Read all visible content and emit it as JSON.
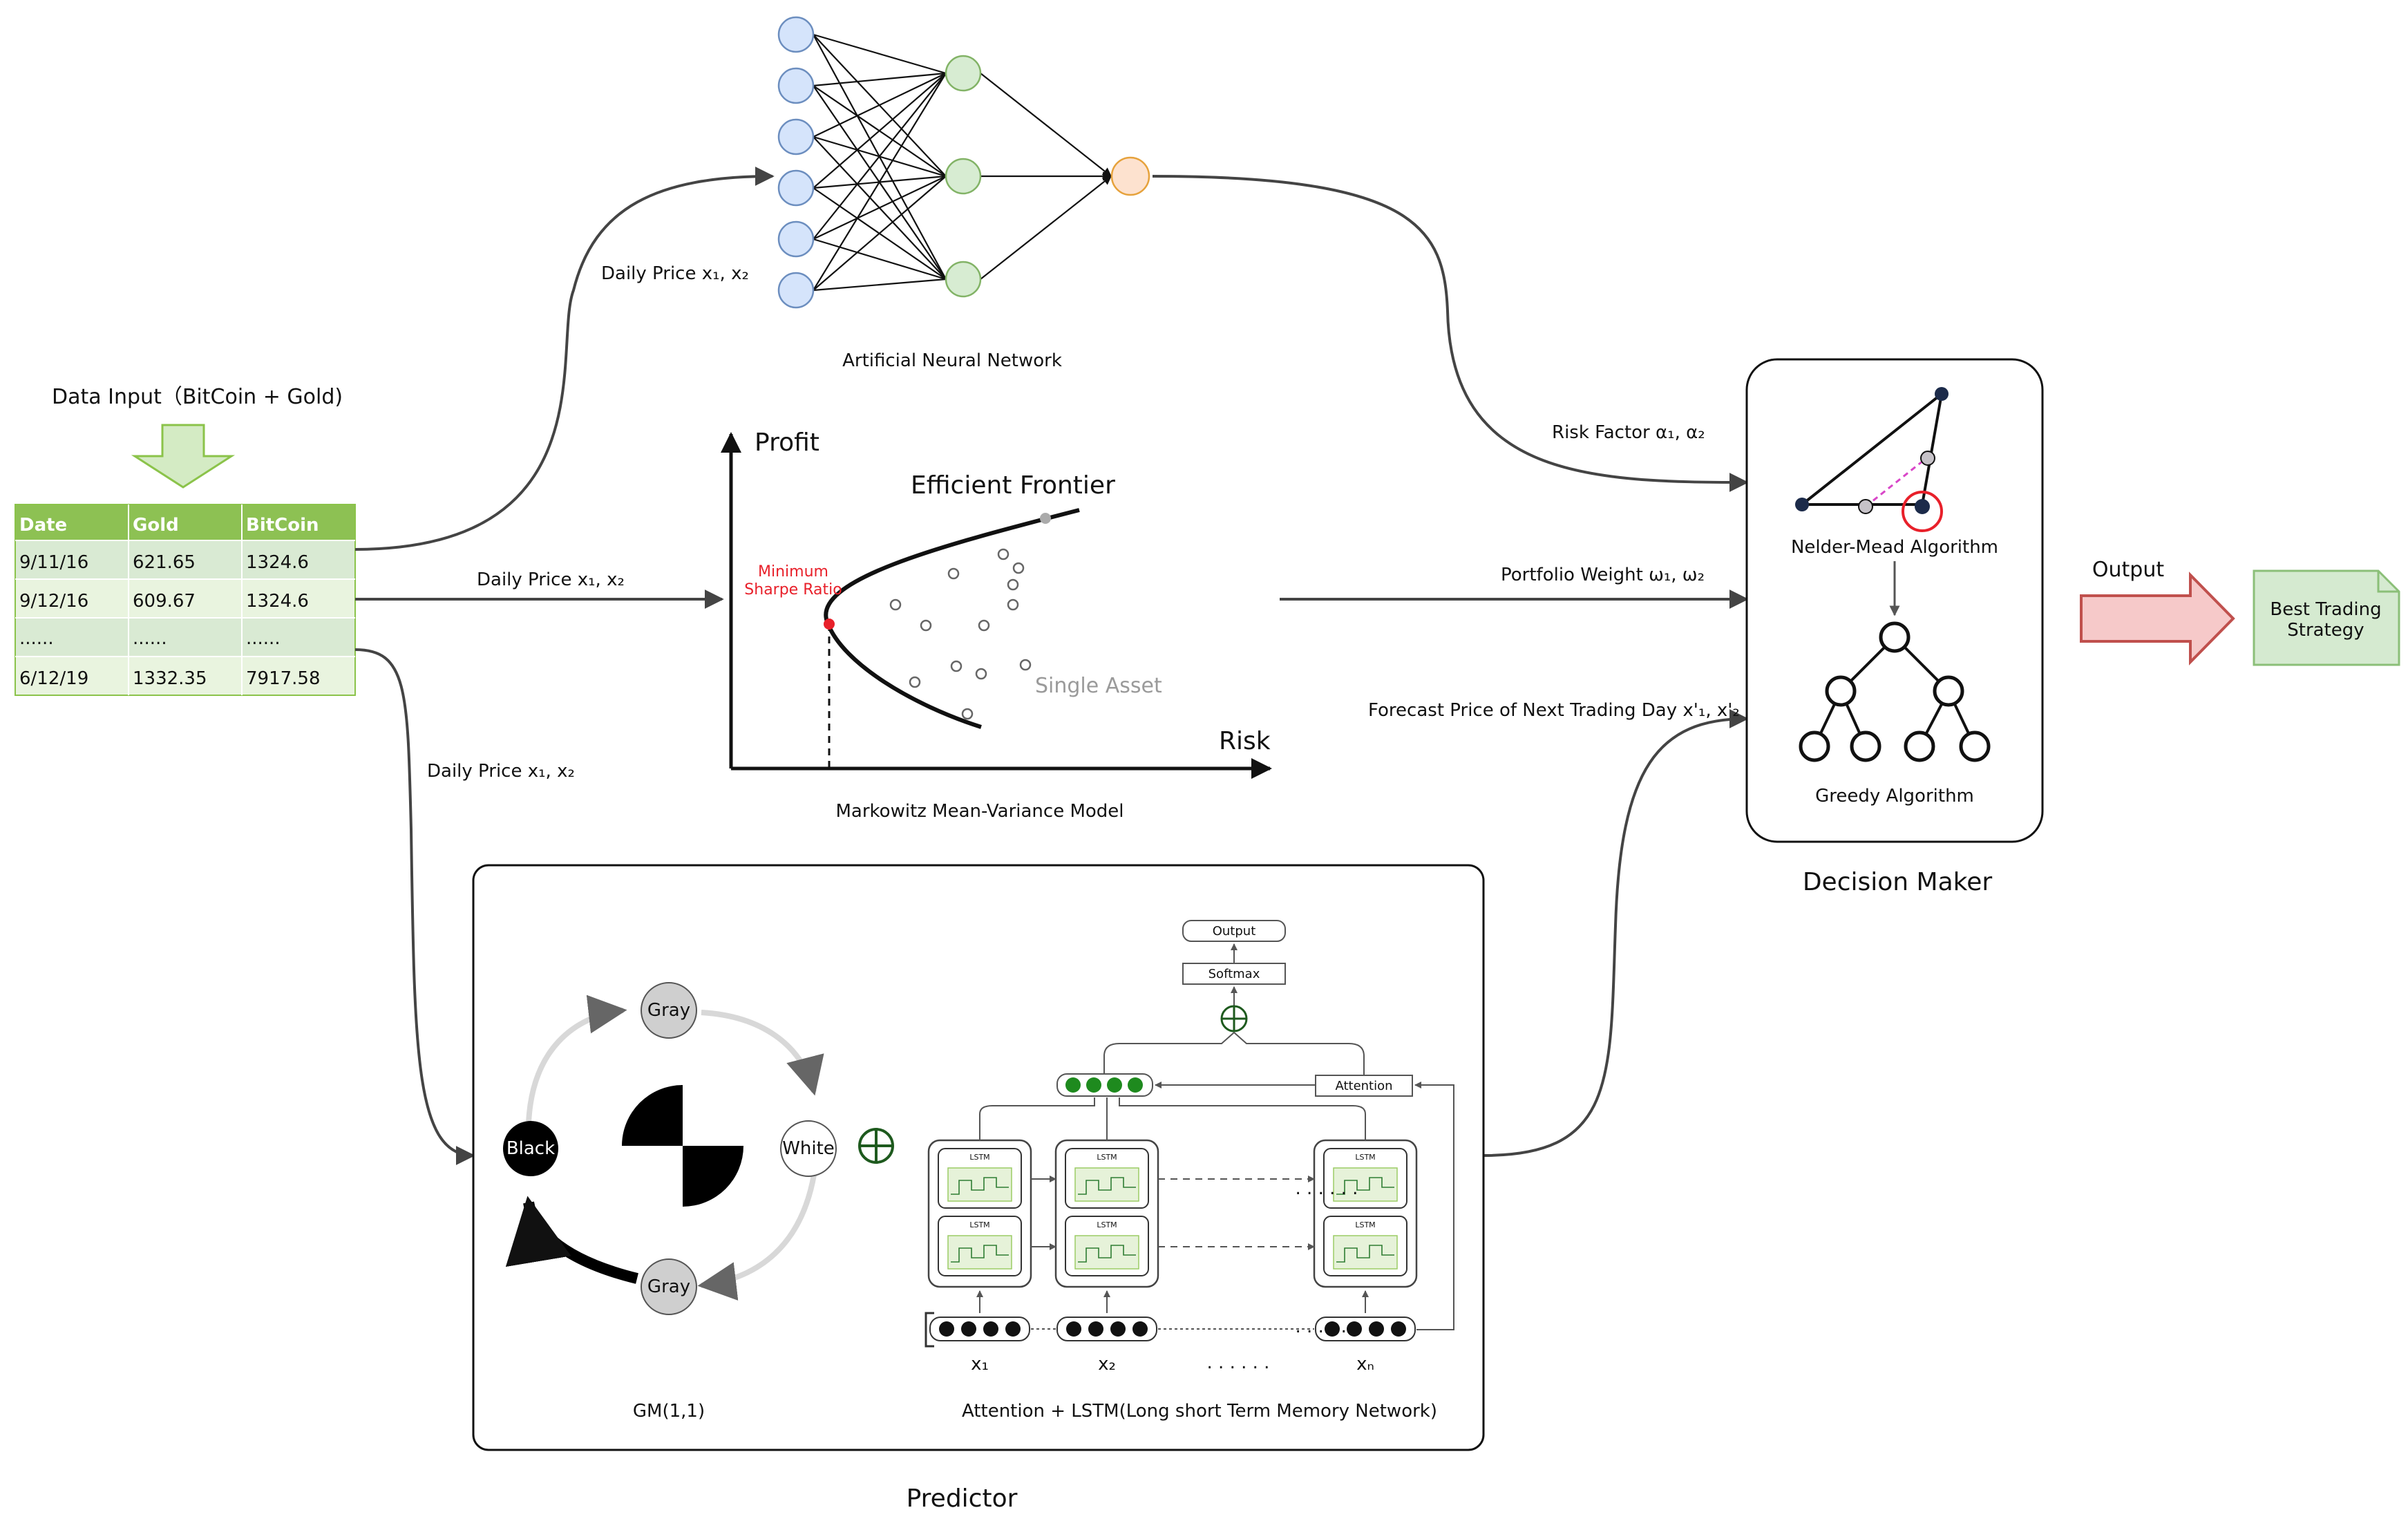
{
  "colors": {
    "table_header": "#8dc153",
    "table_row_a": "#d9ead3",
    "table_row_b": "#e9f4df",
    "input_neuron": "#d5e4fb",
    "hidden_neuron": "#d7ecd2",
    "output_neuron": "#fde2cf",
    "efficient_frontier_point": "#e8202a",
    "output_arrow": "#f6c9c9",
    "strategy_note": "#d5ead0",
    "attention_node": "#1e8a1e"
  },
  "data_input": {
    "title": "Data Input（BitCoin + Gold)",
    "headers": [
      "Date",
      "Gold",
      "BitCoin"
    ],
    "rows": [
      [
        "9/11/16",
        "621.65",
        "1324.6"
      ],
      [
        "9/12/16",
        "609.67",
        "1324.6"
      ],
      [
        "......",
        "......",
        "......"
      ],
      [
        "6/12/19",
        "1332.35",
        "7917.58"
      ]
    ]
  },
  "edges": {
    "to_ann": "Daily Price  x₁, x₂",
    "to_markowitz": "Daily Price  x₁, x₂",
    "to_predictor": "Daily Price  x₁, x₂",
    "risk_factor": "Risk Factor α₁, α₂",
    "portfolio_weight": "Portfolio Weight ω₁, ω₂",
    "forecast_price": "Forecast Price of Next Trading Day x'₁, x'₂"
  },
  "ann": {
    "caption": "Artificial Neural Network"
  },
  "markowitz": {
    "caption": "Markowitz Mean-Variance Model",
    "y_axis": "Profit",
    "x_axis": "Risk",
    "frontier_label": "Efficient Frontier",
    "min_sharpe_line1": "Minimum",
    "min_sharpe_line2": "Sharpe Ratio",
    "single_asset": "Single Asset"
  },
  "decision_maker": {
    "title": "Decision Maker",
    "nelder_mead": "Nelder-Mead Algorithm",
    "greedy": "Greedy Algorithm"
  },
  "output": {
    "label": "Output",
    "result_line1": "Best Trading",
    "result_line2": "Strategy"
  },
  "predictor": {
    "title": "Predictor",
    "gm_caption": "GM(1,1)",
    "lstm_caption": "Attention + LSTM(Long short Term Memory Network)",
    "node_gray_top": "Gray",
    "node_white": "White",
    "node_gray_bottom": "Gray",
    "node_black": "Black",
    "output_box": "Output",
    "softmax_box": "Softmax",
    "attention_box": "Attention",
    "lstm_cell_label": "LSTM",
    "dots_row": ". . . . . .",
    "x_labels": [
      "x₁",
      "x₂",
      "xₙ"
    ]
  }
}
